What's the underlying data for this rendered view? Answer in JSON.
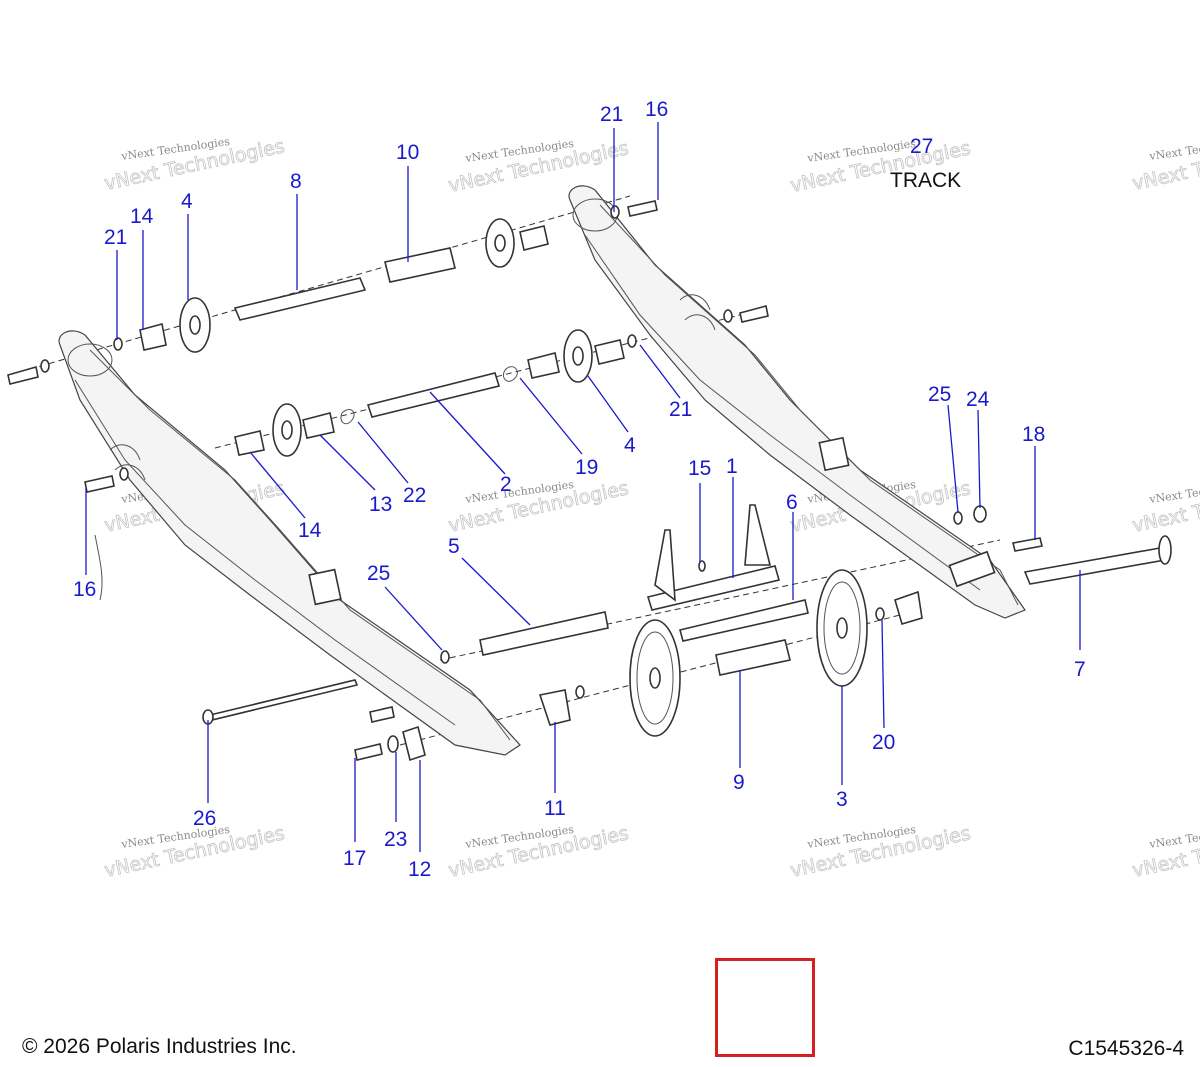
{
  "callouts": [
    "21",
    "16",
    "27",
    "10",
    "8",
    "14",
    "4",
    "21",
    "21",
    "4",
    "19",
    "2",
    "22",
    "13",
    "14",
    "16",
    "15",
    "1",
    "6",
    "25",
    "24",
    "18",
    "5",
    "25",
    "7",
    "20",
    "3",
    "9",
    "11",
    "26",
    "23",
    "17",
    "12"
  ],
  "track_label": "TRACK",
  "watermark": {
    "line1": "vNext Technologies",
    "line2": "vNext Technologies"
  },
  "footer": {
    "copyright": "© 2026 Polaris Industries Inc.",
    "figure_code": "C1545326-4"
  },
  "colors": {
    "callout": "#1a1acc",
    "selection_box": "#d42020",
    "line_art": "#333333"
  }
}
